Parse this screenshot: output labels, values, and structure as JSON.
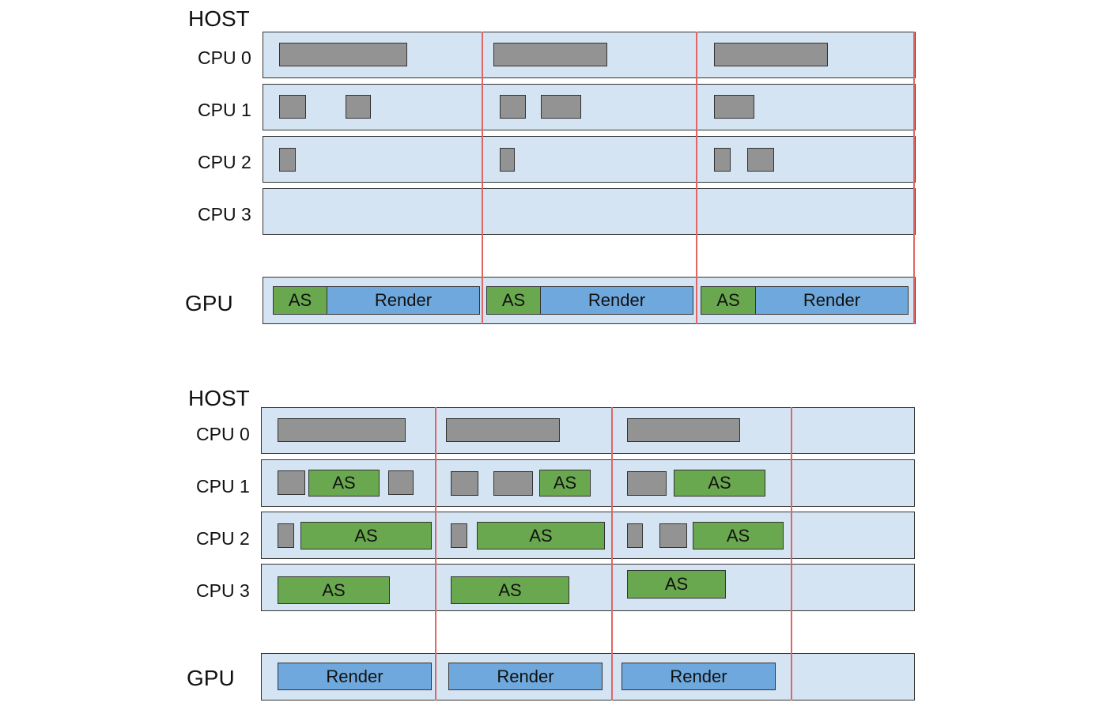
{
  "colors": {
    "lane": "#d5e4f3",
    "border": "#333333",
    "cpu_task": "#939393",
    "as_task": "#6aa84f",
    "render_task": "#6fa8dc",
    "frame_line": "#e06666"
  },
  "top": {
    "host_label": "HOST",
    "lane_labels": [
      "CPU 0",
      "CPU 1",
      "CPU 2",
      "CPU 3"
    ],
    "gpu_label": "GPU",
    "gpu_blocks": [
      "AS",
      "Render",
      "AS",
      "Render",
      "AS",
      "Render"
    ]
  },
  "bottom": {
    "host_label": "HOST",
    "lane_labels": [
      "CPU 0",
      "CPU 1",
      "CPU 2",
      "CPU 3"
    ],
    "gpu_label": "GPU",
    "cpu1_blocks": [
      "AS",
      "AS",
      "AS"
    ],
    "cpu2_blocks": [
      "AS",
      "AS",
      "AS"
    ],
    "cpu3_blocks": [
      "AS",
      "AS",
      "AS"
    ],
    "gpu_blocks": [
      "Render",
      "Render",
      "Render"
    ]
  }
}
